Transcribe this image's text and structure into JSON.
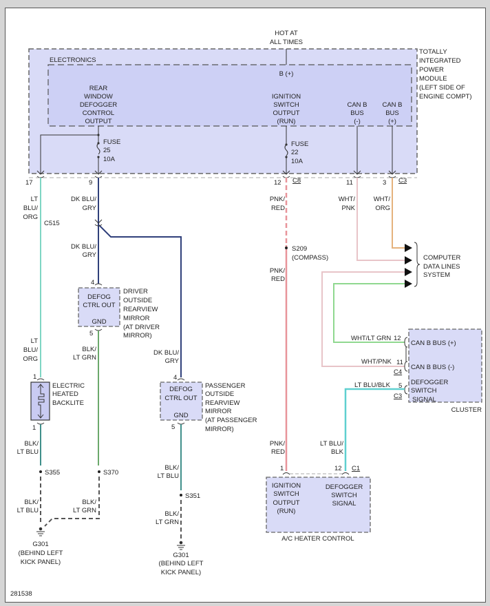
{
  "diagram_id": "281538",
  "modules": {
    "tipm": {
      "name": [
        "TOTALLY",
        "INTEGRATED",
        "POWER",
        "MODULE",
        "(LEFT SIDE OF",
        "ENGINE COMPT)"
      ],
      "sub_label": "ELECTRONICS",
      "hot_label": [
        "HOT AT",
        "ALL TIMES"
      ],
      "b_plus": "B (+)",
      "rear_defog": [
        "REAR",
        "WINDOW",
        "DEFOGGER",
        "CONTROL",
        "OUTPUT"
      ],
      "ign_out": [
        "IGNITION",
        "SWITCH",
        "OUTPUT",
        "(RUN)"
      ],
      "can_minus": [
        "CAN B",
        "BUS",
        "(-)"
      ],
      "can_plus": [
        "CAN B",
        "BUS",
        "(+)"
      ],
      "fuse25": [
        "FUSE",
        "25",
        "10A"
      ],
      "fuse22": [
        "FUSE",
        "22",
        "10A"
      ]
    },
    "driver_mirror": {
      "box": [
        "DEFOG",
        "CTRL OUT",
        "GND"
      ],
      "name": [
        "DRIVER",
        "OUTSIDE",
        "REARVIEW",
        "MIRROR",
        "(AT DRIVER",
        "MIRROR)"
      ]
    },
    "passenger_mirror": {
      "box": [
        "DEFOG",
        "CTRL OUT",
        "GND"
      ],
      "name": [
        "PASSENGER",
        "OUTSIDE",
        "REARVIEW",
        "MIRROR",
        "(AT PASSENGER",
        "MIRROR)"
      ]
    },
    "backlite": {
      "name": [
        "ELECTRIC",
        "HEATED",
        "BACKLITE"
      ]
    },
    "cluster": {
      "name": "CLUSTER",
      "can_plus": "CAN B BUS (+)",
      "can_minus": "CAN B BUS (-)",
      "defog": [
        "DEFOGGER",
        "SWITCH",
        "SIGNAL"
      ]
    },
    "ac_heater": {
      "name": "A/C HEATER CONTROL",
      "ign": [
        "IGNITION",
        "SWITCH",
        "OUTPUT",
        "(RUN)"
      ],
      "defog": [
        "DEFOGGER",
        "SWITCH",
        "SIGNAL"
      ]
    },
    "data_lines": [
      "COMPUTER",
      "DATA LINES",
      "SYSTEM"
    ]
  },
  "pins": {
    "p17": "17",
    "p9": "9",
    "p12_c8": "12",
    "c8": "C8",
    "p11": "11",
    "p3": "3",
    "c3_top": "C3",
    "dm4": "4",
    "dm5": "5",
    "pm4": "4",
    "pm5": "5",
    "bl1_top": "1",
    "bl1_bot": "1",
    "cl12": "12",
    "cl11": "11",
    "c4": "C4",
    "cl5": "5",
    "c3_cl": "C3",
    "ac1": "1",
    "ac12": "12",
    "c1": "C1"
  },
  "wires": {
    "lt_blu_org": [
      "LT",
      "BLU/",
      "ORG"
    ],
    "dk_blu_gry": [
      "DK BLU/",
      "GRY"
    ],
    "pnk_red": [
      "PNK/",
      "RED"
    ],
    "wht_pnk": [
      "WHT/",
      "PNK"
    ],
    "wht_org": [
      "WHT/",
      "ORG"
    ],
    "blk_lt_grn": [
      "BLK/",
      "LT GRN"
    ],
    "blk_lt_blu": [
      "BLK/",
      "LT BLU"
    ],
    "wht_lt_grn": "WHT/LT GRN",
    "wht_pnk_h": "WHT/PNK",
    "lt_blu_blk_h": "LT BLU/BLK",
    "lt_blu_blk": [
      "LT BLU/",
      "BLK"
    ],
    "c515": "C515"
  },
  "splices": {
    "s209": [
      "S209",
      "(COMPASS)"
    ],
    "s355": "S355",
    "s370": "S370",
    "s351": "S351"
  },
  "grounds": {
    "g301_left": [
      "G301",
      "(BEHIND LEFT",
      "KICK PANEL)"
    ],
    "g301_right": [
      "G301",
      "(BEHIND LEFT",
      "KICK PANEL)"
    ]
  },
  "colors": {
    "module_fill": "#d9dbf7",
    "inner_fill": "#cdd0f5",
    "dashed_border": "#666666",
    "lt_blu_org": "#7fd6c4",
    "dk_blu_gry": "#2f3f7a",
    "pnk_red": "#e8949a",
    "wht_pnk": "#e8c4c8",
    "wht_org": "#e5b27c",
    "blk_lt_grn": "#6aa86a",
    "blk_lt_blu": "#3f8f8a",
    "wht_lt_grn": "#8fd88f",
    "lt_blu_blk": "#5fd0d0"
  }
}
